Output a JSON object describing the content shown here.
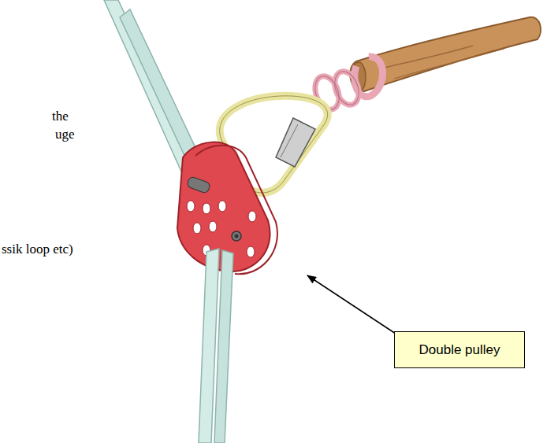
{
  "diagram": {
    "nodes": [
      {
        "text": [
          "Double pulley"
        ]
      }
    ],
    "labels": [
      "the",
      "uge",
      "ssik loop etc)"
    ]
  }
}
